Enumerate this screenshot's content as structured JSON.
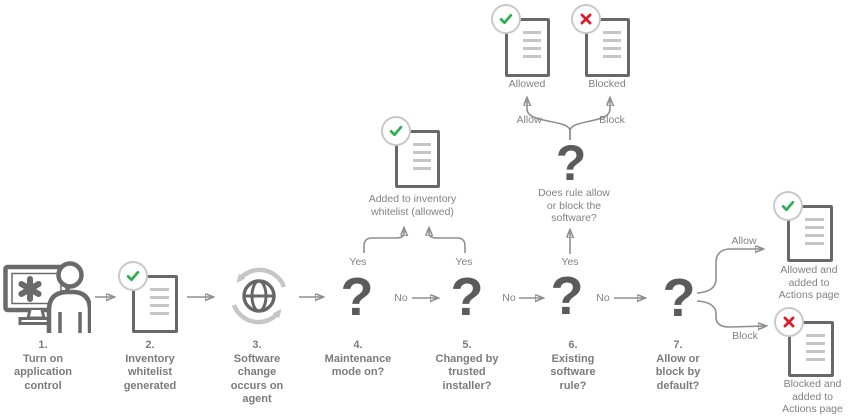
{
  "glyph": {
    "question_mark": "?"
  },
  "steps": [
    {
      "label": "1.\nTurn on\napplication\ncontrol",
      "icon": "application-control-monitor-user-icon"
    },
    {
      "label": "2.\nInventory\nwhitelist\ngenerated",
      "icon": "whitelist-document-icon"
    },
    {
      "label": "3.\nSoftware\nchange\noccurs on\nagent",
      "icon": "software-change-sync-globe-icon"
    },
    {
      "label": "4.\nMaintenance\nmode on?",
      "icon": "question-mark"
    },
    {
      "label": "5.\nChanged by\ntrusted\ninstaller?",
      "icon": "question-mark"
    },
    {
      "label": "6.\nExisting\nsoftware\nrule?",
      "icon": "question-mark"
    },
    {
      "label": "7.\nAllow or\nblock by\ndefault?",
      "icon": "question-mark"
    }
  ],
  "nodes": {
    "inventory_whitelist": {
      "caption": "Added to inventory\nwhitelist (allowed)",
      "badge": "check"
    },
    "rule_question": {
      "caption": "Does rule allow\nor block the\nsoftware?"
    },
    "allowed_top": {
      "caption": "Allowed",
      "badge": "check"
    },
    "blocked_top": {
      "caption": "Blocked",
      "badge": "cross"
    },
    "allowed_actions": {
      "caption": "Allowed and\nadded to\nActions page",
      "badge": "check"
    },
    "blocked_actions": {
      "caption": "Blocked and\nadded to\nActions page",
      "badge": "cross"
    }
  },
  "edge_labels": {
    "yes_step4": "Yes",
    "yes_step5": "Yes",
    "yes_step6": "Yes",
    "no_step4_5": "No",
    "no_step5_6": "No",
    "no_step6_7": "No",
    "allow_top": "Allow",
    "block_top": "Block",
    "allow_right": "Allow",
    "block_right": "Block"
  },
  "colors": {
    "icon_gray": "#686868",
    "light_gray": "#c6c6c6",
    "text_gray": "#7b7b7b",
    "question_gray": "#5b5b5b",
    "check_green": "#2eae4d",
    "cross_red": "#da1d28",
    "arrow_gray": "#8f8f8f"
  }
}
